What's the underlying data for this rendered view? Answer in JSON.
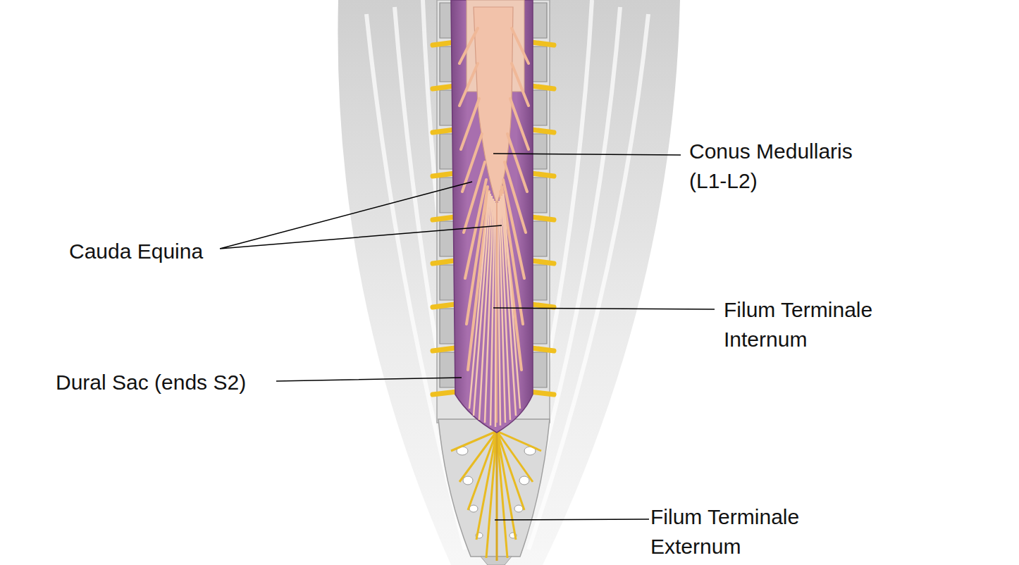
{
  "diagram": {
    "labels": [
      "Conus Medullaris (L1-L2)",
      "Cauda Equina",
      "Filum Terminale Internum",
      "Dural Sac (ends S2)",
      "Filum Terminale Externum"
    ]
  }
}
